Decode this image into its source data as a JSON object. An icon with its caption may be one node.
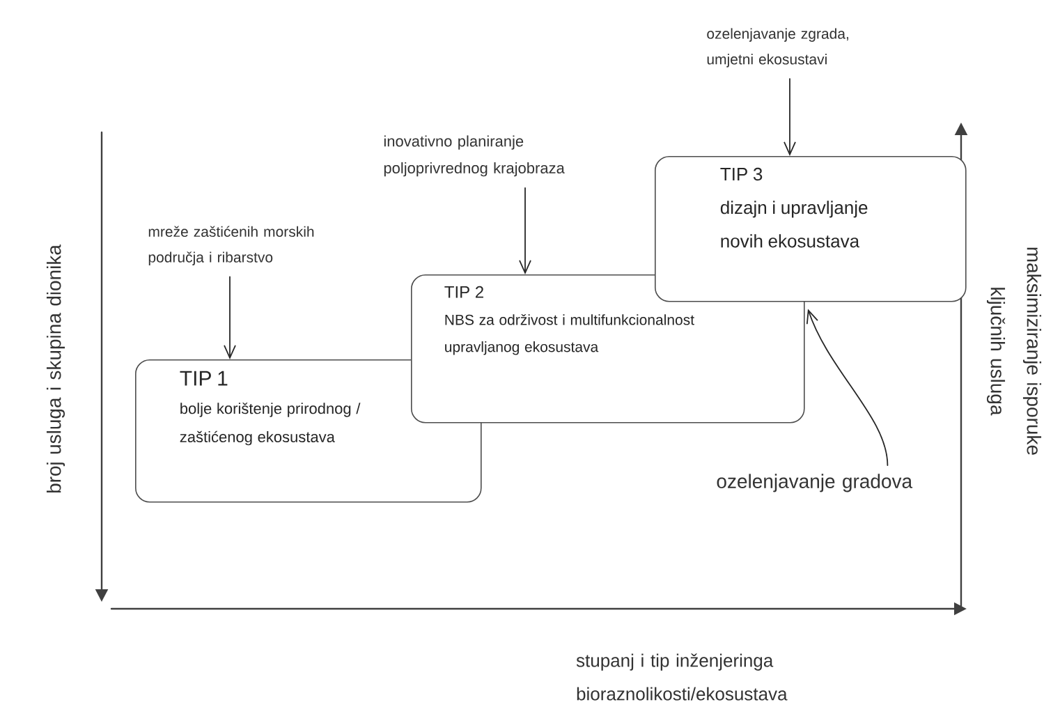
{
  "diagram": {
    "nodes": [
      {
        "text": [
          "TIP 1",
          "bolje korištenje prirodnog / zaštićenog ekosustava"
        ]
      },
      {
        "text": [
          "TIP 2",
          "NBS za održivost i multifunkcionalnost upravljanog ekosustava"
        ]
      },
      {
        "text": [
          "TIP 3",
          "dizajn i upravljanje novih ekosustava"
        ]
      },
      {
        "text": [
          "mreže zaštićenih morskih područja i ribarstvo"
        ]
      },
      {
        "text": [
          "inovativno planiranje poljoprivrednog krajobraza"
        ]
      },
      {
        "text": [
          "ozelenjavanje zgrada, umjetni ekosustavi"
        ]
      },
      {
        "text": [
          "ozelenjavanje gradova"
        ]
      }
    ],
    "edges": [
      {
        "from": 3,
        "to": 0,
        "arrow": "to"
      },
      {
        "from": 4,
        "to": 1,
        "arrow": "to"
      },
      {
        "from": 5,
        "to": 2,
        "arrow": "to"
      },
      {
        "from": 6,
        "to": 2,
        "arrow": "to"
      }
    ],
    "labels": [
      "broj usluga i skupina dionika",
      "maksimiziranje isporuke ključnih usluga",
      "stupanj i tip inženjeringa bioraznolikosti/ekosustava"
    ]
  }
}
